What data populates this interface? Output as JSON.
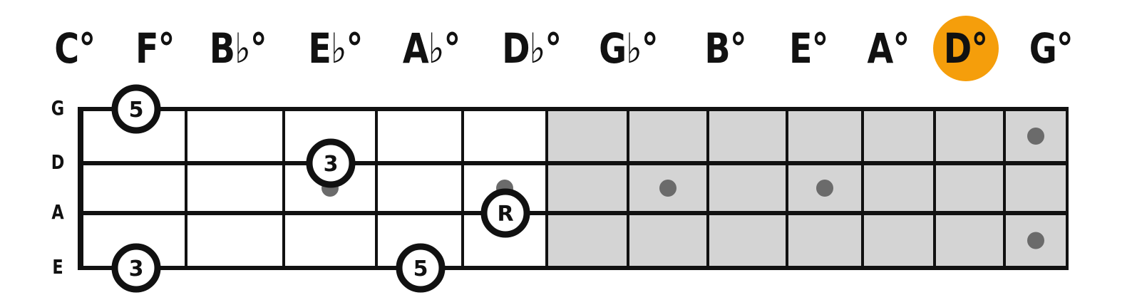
{
  "colors": {
    "accent": "#f59e0b",
    "ink": "#111111",
    "fret_shade": "#d4d4d4",
    "marker_dot": "#6b6b6b"
  },
  "chords": [
    {
      "name": "C°",
      "active": false
    },
    {
      "name": "F°",
      "active": false
    },
    {
      "name": "B♭°",
      "active": false
    },
    {
      "name": "E♭°",
      "active": false
    },
    {
      "name": "A♭°",
      "active": false
    },
    {
      "name": "D♭°",
      "active": false
    },
    {
      "name": "G♭°",
      "active": false
    },
    {
      "name": "B°",
      "active": false
    },
    {
      "name": "E°",
      "active": false
    },
    {
      "name": "A°",
      "active": false
    },
    {
      "name": "D°",
      "active": true
    },
    {
      "name": "G°",
      "active": false
    }
  ],
  "strings": [
    "G",
    "D",
    "A",
    "E"
  ],
  "fretboard": {
    "fret_count": 12,
    "shaded_from_fret": 6,
    "position_markers": [
      {
        "fret": 3,
        "between": "D-A"
      },
      {
        "fret": 5,
        "between": "D-A"
      },
      {
        "fret": 7,
        "between": "D-A"
      },
      {
        "fret": 9,
        "between": "D-A"
      },
      {
        "fret": 12,
        "string": "G"
      },
      {
        "fret": 12,
        "string": "E"
      }
    ],
    "chord_tones": [
      {
        "string": "G",
        "fret": 1,
        "label": "5"
      },
      {
        "string": "D",
        "fret": 3,
        "label": "3"
      },
      {
        "string": "A",
        "fret": 5,
        "label": "R"
      },
      {
        "string": "E",
        "fret": 1,
        "label": "3"
      },
      {
        "string": "E",
        "fret": 4,
        "label": "5"
      }
    ]
  }
}
